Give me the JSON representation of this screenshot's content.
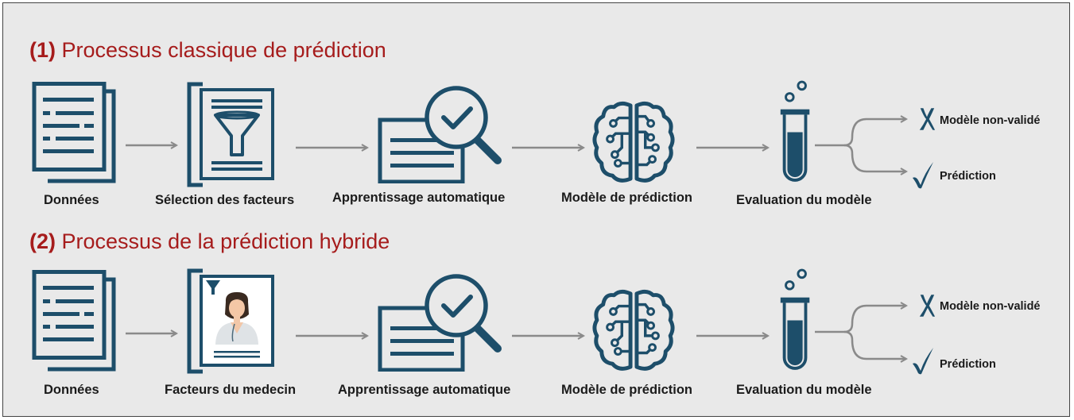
{
  "colors": {
    "icon": "#1d4e6a",
    "heading": "#a61c1c",
    "arrow": "#8a8a8a",
    "background": "#e9e9e9"
  },
  "sections": [
    {
      "number": "(1)",
      "title": "Processus classique de prédiction",
      "steps": [
        {
          "icon": "documents-icon",
          "label": "Données"
        },
        {
          "icon": "funnel-filter-icon",
          "label": "Sélection des facteurs"
        },
        {
          "icon": "magnifier-check-icon",
          "label": "Apprentissage automatique"
        },
        {
          "icon": "brain-circuit-icon",
          "label": "Modèle de prédiction"
        },
        {
          "icon": "test-tube-icon",
          "label": "Evaluation du modèle"
        }
      ],
      "outcomes": [
        {
          "icon": "x-mark-icon",
          "label": "Modèle non-validé"
        },
        {
          "icon": "check-mark-icon",
          "label": "Prédiction"
        }
      ]
    },
    {
      "number": "(2)",
      "title": "Processus de la prédiction hybride",
      "steps": [
        {
          "icon": "documents-icon",
          "label": "Données"
        },
        {
          "icon": "doctor-profile-icon",
          "label": "Facteurs du medecin"
        },
        {
          "icon": "magnifier-check-icon",
          "label": "Apprentissage automatique"
        },
        {
          "icon": "brain-circuit-icon",
          "label": "Modèle de prédiction"
        },
        {
          "icon": "test-tube-icon",
          "label": "Evaluation du modèle"
        }
      ],
      "outcomes": [
        {
          "icon": "x-mark-icon",
          "label": "Modèle non-validé"
        },
        {
          "icon": "check-mark-icon",
          "label": "Prédiction"
        }
      ]
    }
  ]
}
